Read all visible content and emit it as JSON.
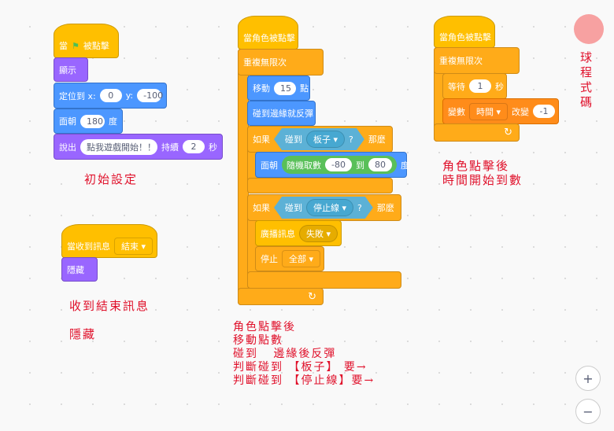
{
  "script1": {
    "hat_when": "當",
    "hat_clicked": "被點擊",
    "show": "顯示",
    "goto": "定位到 x:",
    "goto_x": "0",
    "goto_y_label": "y:",
    "goto_y": "-100",
    "point": "面朝",
    "point_val": "180",
    "deg": "度",
    "say": "說出",
    "say_text": "點我遊戲開始！！",
    "say_for": "持續",
    "say_secs": "2",
    "sec": "秒"
  },
  "script2": {
    "hat": "當角色被點擊",
    "forever": "重複無限次",
    "move": "移動",
    "move_val": "15",
    "steps": "點",
    "bounce": "碰到邊緣就反彈",
    "if": "如果",
    "touching": "碰到",
    "touch1": "板子",
    "q": "?",
    "then": "那麼",
    "point": "面朝",
    "random": "隨機取數",
    "rand_from": "-80",
    "to": "到",
    "rand_to": "80",
    "deg": "度",
    "touch2": "停止線",
    "broadcast": "廣播訊息",
    "msg": "失敗",
    "stop": "停止",
    "stop_opt": "全部"
  },
  "script3": {
    "hat": "當角色被點擊",
    "forever": "重複無限次",
    "wait": "等待",
    "wait_val": "1",
    "sec": "秒",
    "var": "變數",
    "var_name": "時間",
    "change": "改變",
    "change_val": "-1"
  },
  "script4": {
    "hat": "當收到訊息",
    "msg": "結束",
    "hide": "隱藏"
  },
  "notes": {
    "n1": "初始設定",
    "n2": "收到結束訊息",
    "n3": "隱藏",
    "n4": "角色點擊後\n移動點數\n碰到   邊緣後反彈\n判斷碰到 【板子】 要→\n判斷碰到 【停止線】要→",
    "n5": "角色點擊後\n時間開始到數",
    "n6": "球\n程\n式\n碼"
  },
  "zoom": {
    "in": "+",
    "out": "−"
  }
}
